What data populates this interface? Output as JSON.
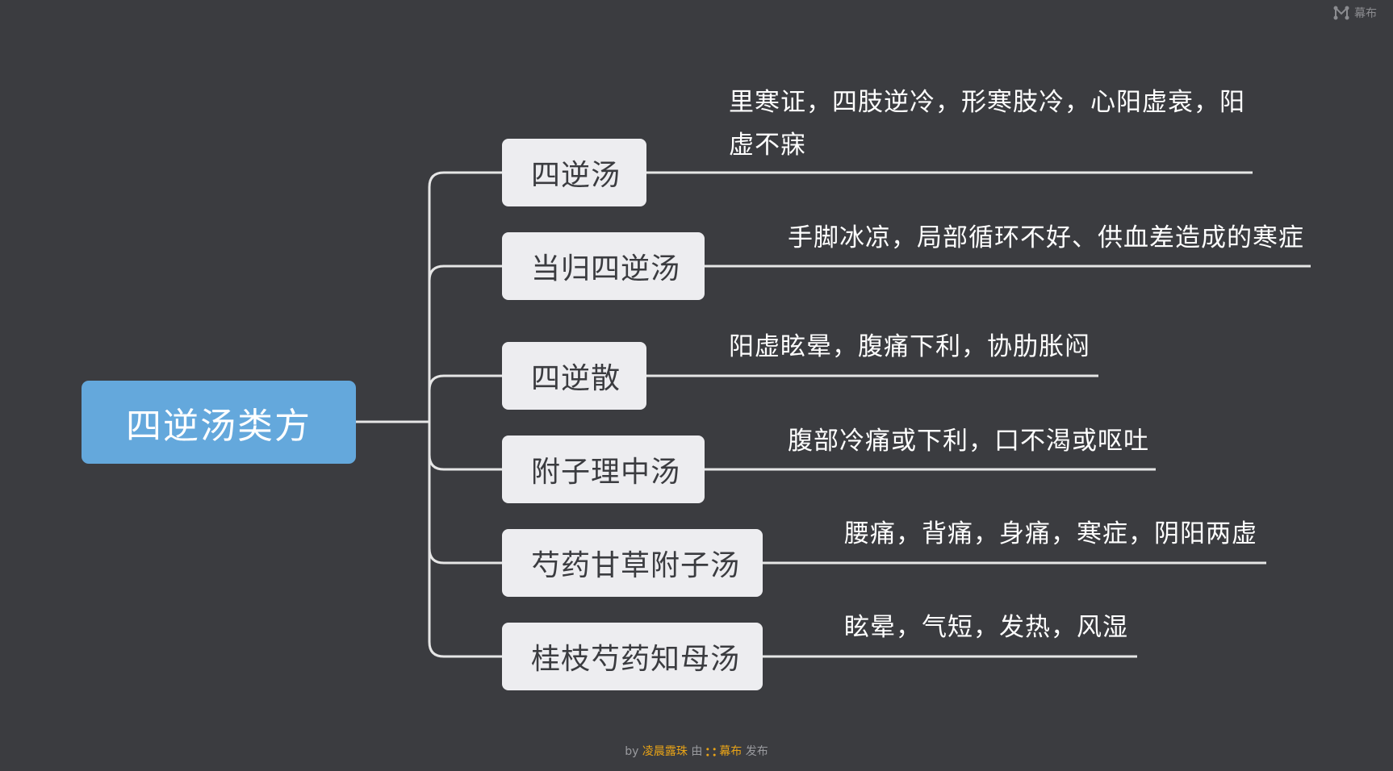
{
  "watermark": {
    "logo_icon": "mubu-logo-icon",
    "text": "幕布"
  },
  "mindmap": {
    "root": "四逆汤类方",
    "branches": [
      {
        "label": "四逆汤",
        "desc_lines": [
          "里寒证，四肢逆冷，形寒肢冷，心阳虚衰，阳",
          "虚不寐"
        ]
      },
      {
        "label": "当归四逆汤",
        "desc_lines": [
          "手脚冰凉，局部循环不好、供血差造成的寒症"
        ]
      },
      {
        "label": "四逆散",
        "desc_lines": [
          "阳虚眩晕，腹痛下利，协肋胀闷"
        ]
      },
      {
        "label": "附子理中汤",
        "desc_lines": [
          "腹部冷痛或下利，口不渴或呕吐"
        ]
      },
      {
        "label": "芍药甘草附子汤",
        "desc_lines": [
          "腰痛，背痛，身痛，寒症，阴阳两虚"
        ]
      },
      {
        "label": "桂枝芍药知母汤",
        "desc_lines": [
          "眩晕，气短，发热，风湿"
        ]
      }
    ],
    "colors": {
      "background": "#3b3c40",
      "root_fill": "#64a8dc",
      "branch_fill": "#ededf0",
      "line": "#e6e6e6"
    }
  },
  "footer": {
    "by": "by",
    "author": "凌晨露珠",
    "via": "由",
    "brand": "幕布",
    "publish": "发布"
  }
}
